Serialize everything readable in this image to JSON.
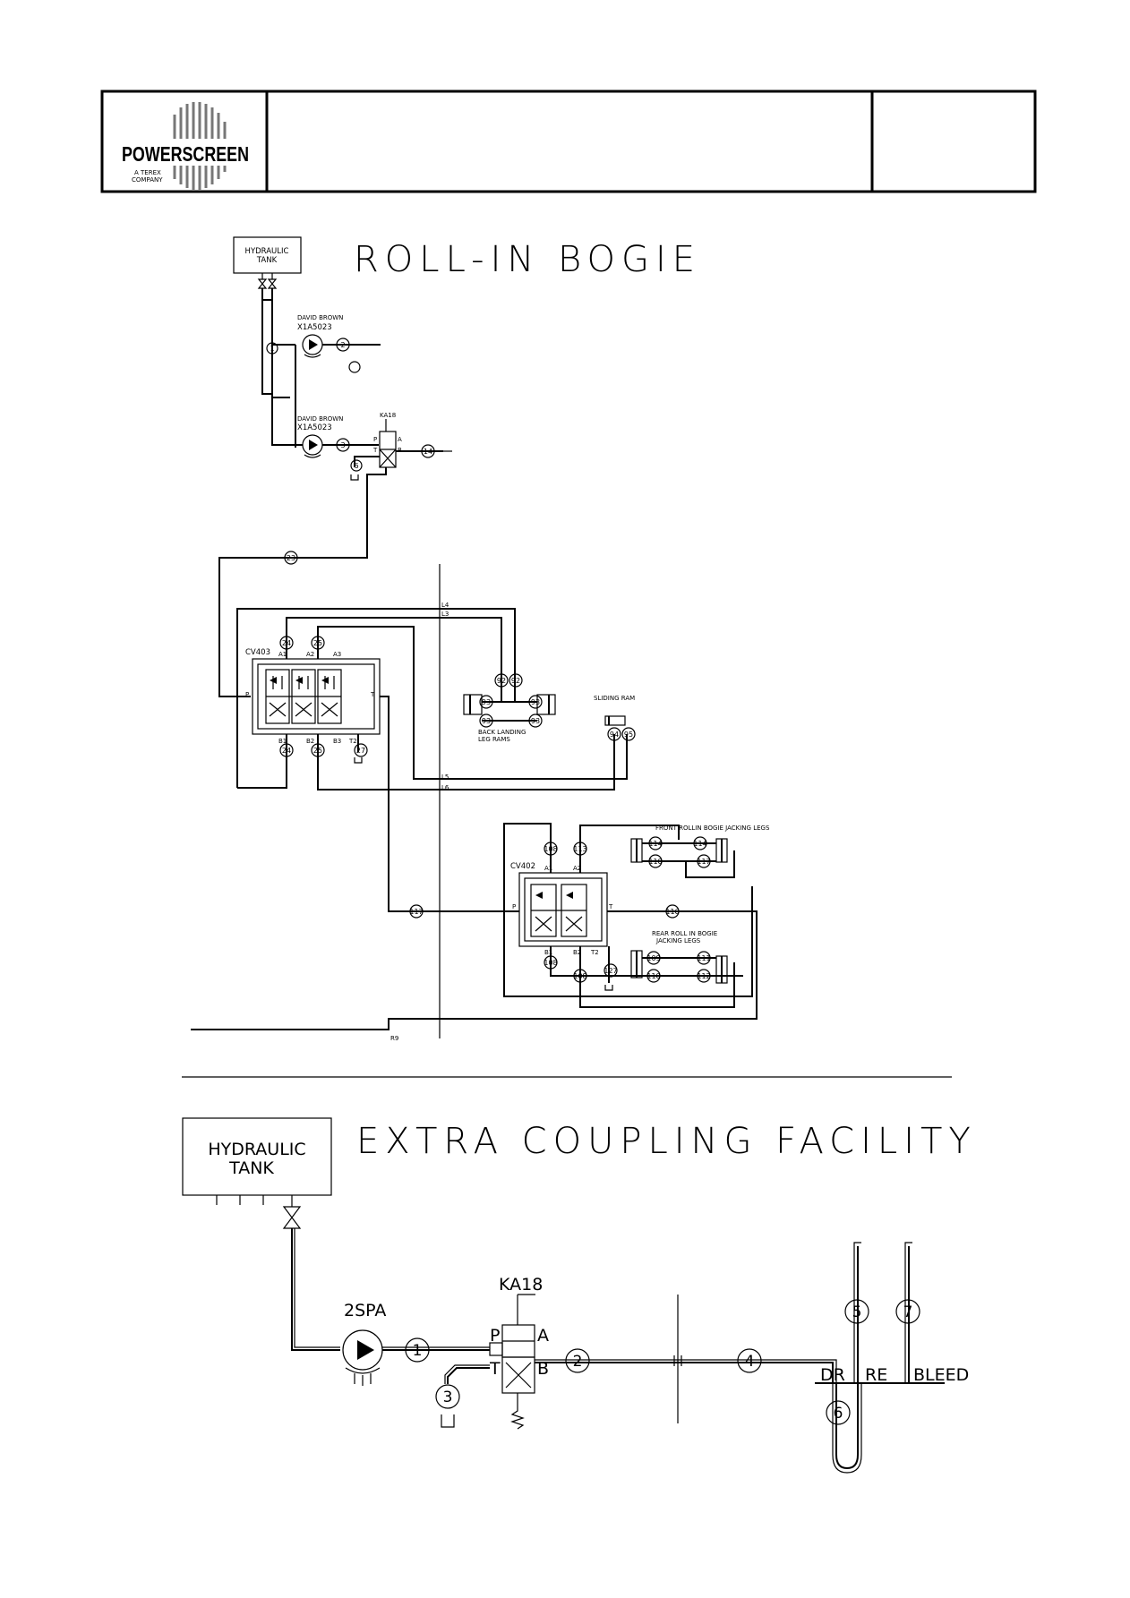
{
  "header": {
    "logo_text": "POWERSCREEN",
    "logo_sub_1": "A TEREX",
    "logo_sub_2": "COMPANY"
  },
  "roll_in": {
    "title": "ROLL-IN BOGIE",
    "tank_line1": "HYDRAULIC",
    "tank_line2": "TANK",
    "pump1_make": "DAVID BROWN",
    "pump1_model": "X1A5023",
    "pump2_make": "DAVID BROWN",
    "pump2_model": "X1A5023",
    "valve_ka": "KA18",
    "cv403": "CV403",
    "cv402": "CV402",
    "back_legs_1": "BACK LANDING",
    "back_legs_2": "LEG RAMS",
    "sliding_ram": "SLIDING RAM",
    "front_legs": "FRONT ROLLIN BOGIE JACKING LEGS",
    "rear_legs_1": "REAR ROLL IN BOGIE",
    "rear_legs_2": "JACKING LEGS",
    "ports": {
      "p1": "P",
      "t1": "T",
      "a1": "A1",
      "a2": "A2",
      "a3": "A3",
      "b1": "B1",
      "b2": "B2",
      "b3": "B3",
      "t2": "T2",
      "p2": "P",
      "t3": "T",
      "a1b": "A1",
      "a2b": "A2",
      "b1b": "B1",
      "b2b": "B2",
      "t2b": "T2",
      "ka_p": "P",
      "ka_a": "A",
      "ka_t": "T",
      "ka_b": "B",
      "l4": "L4",
      "l3": "L3",
      "l5": "L5",
      "l6": "L6",
      "r9": "R9"
    },
    "hose_numbers": [
      "1",
      "2",
      "3",
      "6",
      "14",
      "23",
      "24",
      "25",
      "24",
      "25",
      "27",
      "92",
      "92",
      "93",
      "93",
      "93",
      "93",
      "94",
      "95",
      "108",
      "113",
      "114",
      "114",
      "110",
      "117",
      "117",
      "116",
      "108",
      "108",
      "127",
      "109",
      "111",
      "110",
      "112"
    ]
  },
  "extra": {
    "title": "EXTRA COUPLING FACILITY",
    "tank_line1": "HYDRAULIC",
    "tank_line2": "TANK",
    "pump": "2SPA",
    "valve": "KA18",
    "ports": {
      "p": "P",
      "a": "A",
      "t": "T",
      "b": "B"
    },
    "hose_numbers": [
      "1",
      "2",
      "3",
      "4",
      "5",
      "6",
      "7"
    ],
    "labels": {
      "dr": "DR",
      "re": "RE",
      "bleed": "BLEED"
    }
  }
}
